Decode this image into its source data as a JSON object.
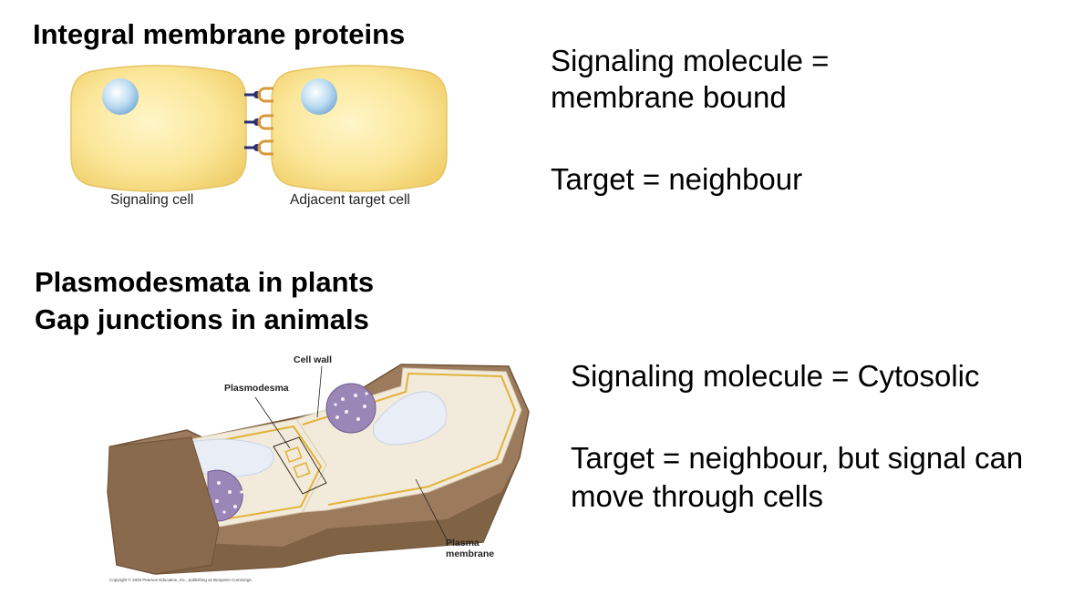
{
  "section1": {
    "heading": "Integral membrane proteins",
    "figure": {
      "label_left": "Signaling cell",
      "label_right": "Adjacent target cell"
    },
    "text_line1": "Signaling molecule =",
    "text_line2": "membrane bound",
    "text_line3": "Target = neighbour"
  },
  "section2": {
    "heading_line1": "Plasmodesmata in plants",
    "heading_line2": "Gap junctions in animals",
    "figure": {
      "label_cell_wall": "Cell wall",
      "label_plasmodesma": "Plasmodesma",
      "label_plasma_line1": "Plasma",
      "label_plasma_line2": "membrane",
      "copyright": "Copyright © 2003 Pearson Education, Inc., publishing as Benjamin Cummings."
    },
    "text_line1": "Signaling molecule = Cytosolic",
    "text_line2": "Target = neighbour,  but signal can",
    "text_line3": "move through cells"
  },
  "colors": {
    "cell_fill": "#fbe79a",
    "cell_edge": "#e8c25a",
    "nucleus": "#bcdcf2",
    "protein_navy": "#2a2f6e",
    "protein_orange": "#d89a3a",
    "wall_brown": "#9c7b5c",
    "wall_dark": "#6f5238",
    "cytoplasm": "#f2ebdc",
    "membrane_yellow": "#e2b23a",
    "vacuole": "#e8edf6",
    "nucleus_purple": "#9a87b8"
  }
}
